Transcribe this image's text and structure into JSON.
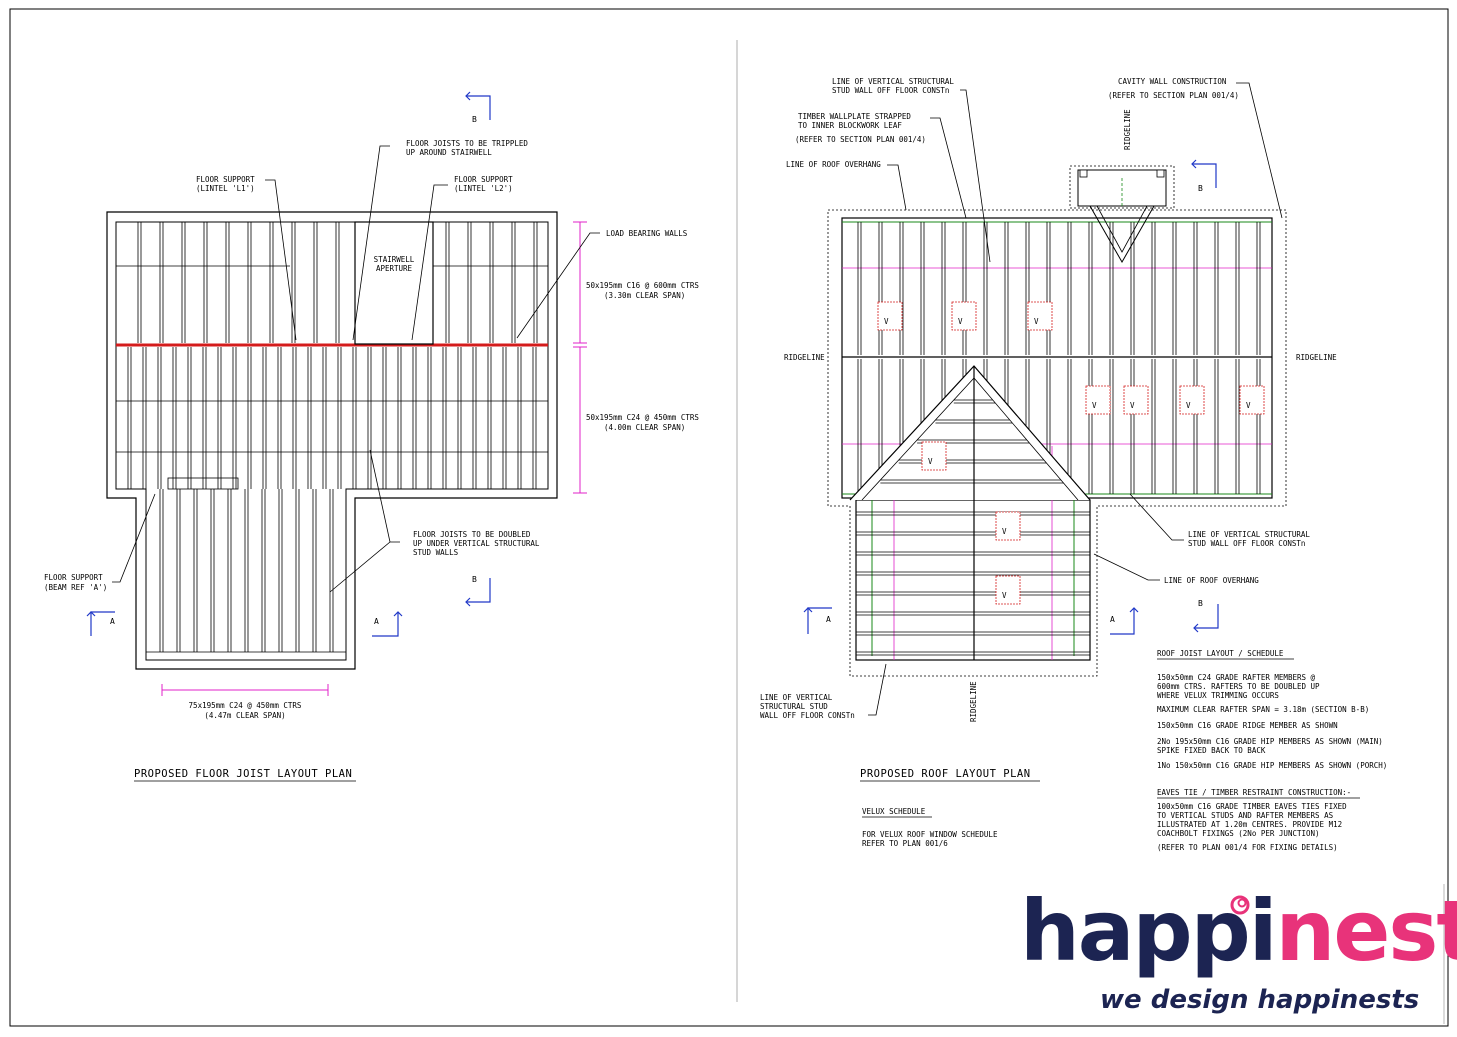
{
  "floor_plan": {
    "title": "PROPOSED FLOOR JOIST LAYOUT PLAN",
    "notes": {
      "tripled_1": "FLOOR JOISTS TO BE TRIPPLED",
      "tripled_2": "UP AROUND STAIRWELL",
      "l1_1": "FLOOR SUPPORT",
      "l1_2": "(LINTEL 'L1')",
      "l2_1": "FLOOR SUPPORT",
      "l2_2": "(LINTEL 'L2')",
      "stair_1": "STAIRWELL",
      "stair_2": "APERTURE",
      "load_bearing": "LOAD BEARING WALLS",
      "span1_1": "50x195mm C16 @ 600mm CTRS",
      "span1_2": "(3.30m CLEAR SPAN)",
      "span2_1": "50x195mm C24 @ 450mm CTRS",
      "span2_2": "(4.00m CLEAR SPAN)",
      "doubled_1": "FLOOR JOISTS TO BE DOUBLED",
      "doubled_2": "UP UNDER VERTICAL STRUCTURAL",
      "doubled_3": "STUD WALLS",
      "beam_1": "FLOOR SUPPORT",
      "beam_2": "(BEAM REF 'A')",
      "span3_1": "75x195mm C24 @ 450mm CTRS",
      "span3_2": "(4.47m CLEAR SPAN)"
    },
    "section_marks": {
      "b_top": "B",
      "b_bottom": "B",
      "a_left": "A",
      "a_right": "A"
    }
  },
  "roof_plan": {
    "title": "PROPOSED ROOF LAYOUT PLAN",
    "notes": {
      "stud_top_1": "LINE OF VERTICAL STRUCTURAL",
      "stud_top_2": "STUD WALL OFF FLOOR CONSTn",
      "wallplate_1": "TIMBER WALLPLATE STRAPPED",
      "wallplate_2": "TO INNER BLOCKWORK LEAF",
      "wallplate_3": "(REFER TO SECTION PLAN 001/4)",
      "overhang_top": "LINE OF ROOF OVERHANG",
      "cavity_1": "CAVITY WALL CONSTRUCTION",
      "cavity_2": "(REFER TO SECTION PLAN 001/4)",
      "ridgeline_top": "RIDGELINE",
      "ridgeline_left": "RIDGELINE",
      "ridgeline_right": "RIDGELINE",
      "ridgeline_bottom": "RIDGELINE",
      "stud_right_1": "LINE OF VERTICAL STRUCTURAL",
      "stud_right_2": "STUD WALL OFF FLOOR CONSTn",
      "overhang_right": "LINE OF ROOF OVERHANG",
      "stud_left_1": "LINE OF VERTICAL",
      "stud_left_2": "STRUCTURAL STUD",
      "stud_left_3": "WALL OFF FLOOR CONSTn",
      "velux_letter": "V"
    },
    "section_marks": {
      "b_top": "B",
      "b_bottom": "B",
      "a_left": "A",
      "a_right": "A"
    },
    "velux": {
      "heading": "VELUX SCHEDULE",
      "line1": "FOR VELUX ROOF WINDOW SCHEDULE",
      "line2": "REFER TO PLAN 001/6"
    },
    "schedule": {
      "heading": "ROOF JOIST LAYOUT / SCHEDULE",
      "r1": "150x50mm C24 GRADE RAFTER MEMBERS @",
      "r2": "600mm CTRS. RAFTERS TO BE DOUBLED UP",
      "r3": "WHERE VELUX TRIMMING OCCURS",
      "r4": "MAXIMUM CLEAR RAFTER SPAN = 3.18m (SECTION B-B)",
      "r5": "150x50mm C16 GRADE RIDGE MEMBER AS SHOWN",
      "r6": "2No 195x50mm C16 GRADE HIP MEMBERS AS SHOWN (MAIN)",
      "r7": "SPIKE FIXED BACK TO BACK",
      "r8": "1No 150x50mm C16 GRADE HIP MEMBERS AS SHOWN (PORCH)",
      "eaves_heading": "EAVES TIE / TIMBER RESTRAINT CONSTRUCTION:-",
      "e1": "100x50mm C16 GRADE TIMBER EAVES TIES FIXED",
      "e2": "TO VERTICAL STUDS AND RAFTER MEMBERS AS",
      "e3": "ILLUSTRATED AT 1.20m CENTRES. PROVIDE M12",
      "e4": "COACHBOLT FIXINGS (2No PER JUNCTION)",
      "e5": "(REFER TO PLAN 001/4 FOR FIXING DETAILS)"
    }
  },
  "logo": {
    "word_part1": "happi",
    "word_part2": "nest",
    "tagline": "we design happinests",
    "color_navy": "#1c2452",
    "color_pink": "#e8337a"
  },
  "colors": {
    "line": "#000000",
    "load_wall": "#d41c1c",
    "dimension": "#e020c8",
    "arrow": "#2038c8",
    "stud": "#1a8a1a"
  }
}
